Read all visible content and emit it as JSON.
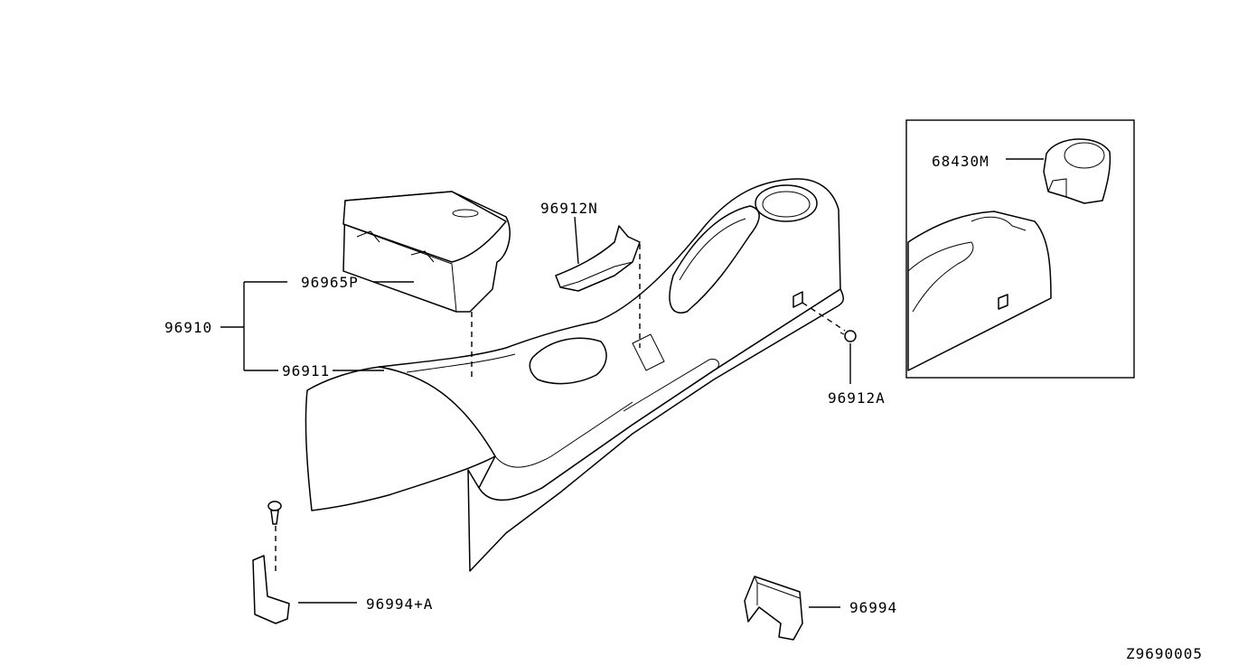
{
  "diagram": {
    "labels": {
      "p96910": "96910",
      "p96965P": "96965P",
      "p96911": "96911",
      "p96912N": "96912N",
      "p96912A": "96912A",
      "p68430M": "68430M",
      "p96994A": "96994+A",
      "p96994": "96994"
    },
    "drawing_code": "Z9690005"
  }
}
